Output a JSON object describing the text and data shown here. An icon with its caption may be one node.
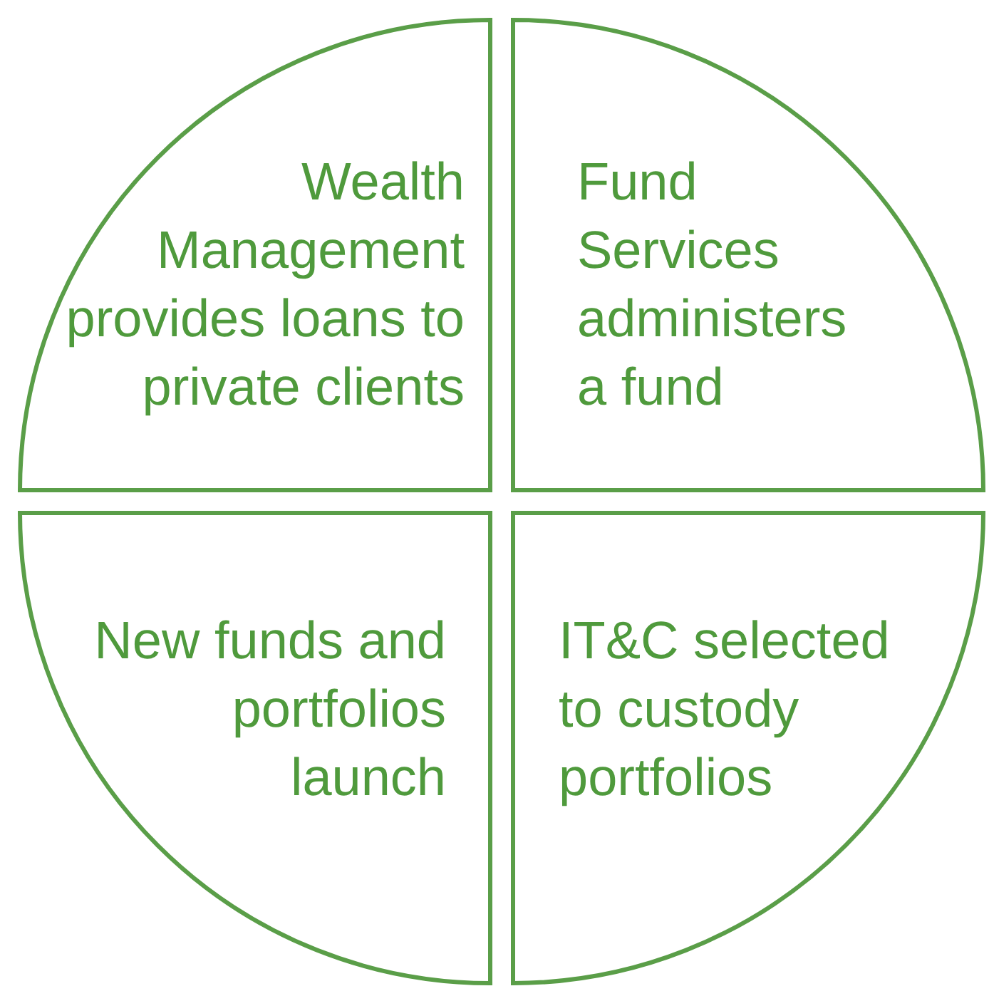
{
  "diagram": {
    "nodes": [
      {
        "text": [
          "Wealth Management provides loans to private clients"
        ]
      },
      {
        "text": [
          "Fund Services administers a fund"
        ]
      },
      {
        "text": [
          "New funds and portfolios launch"
        ]
      },
      {
        "text": [
          "IT&C selected to custody portfolios"
        ]
      }
    ]
  }
}
